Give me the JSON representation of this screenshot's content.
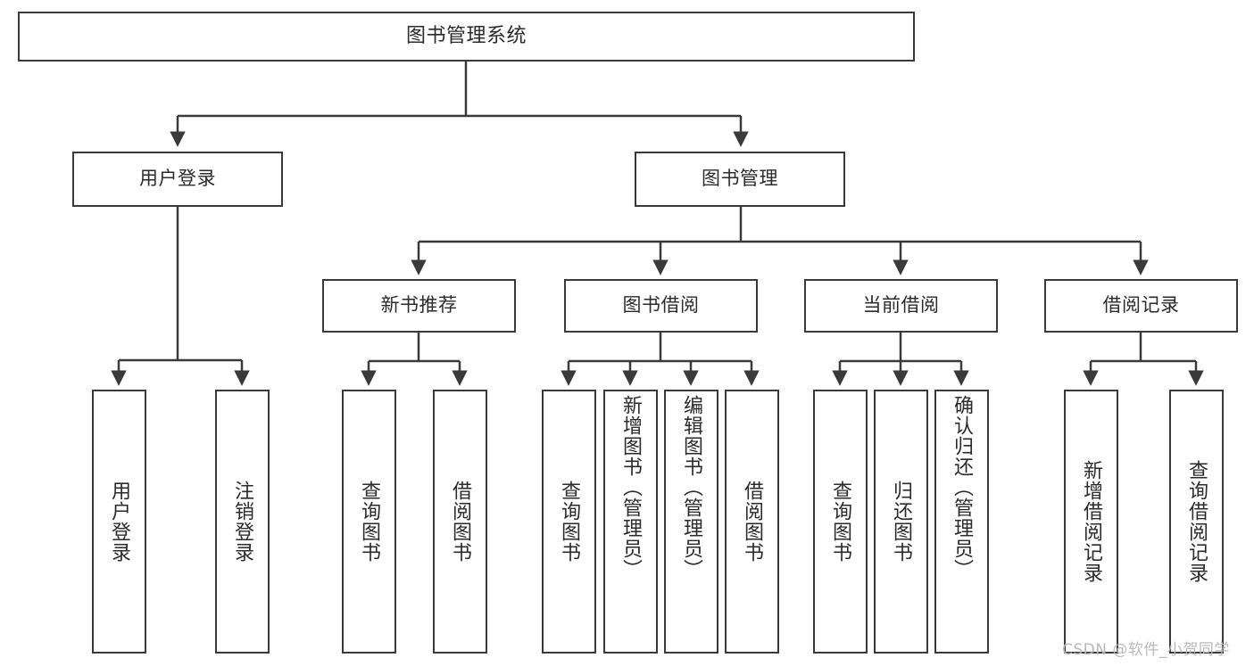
{
  "diagram": {
    "type": "hierarchy-tree",
    "title": "图书管理系统",
    "root": {
      "label": "图书管理系统"
    },
    "level2": [
      {
        "label": "用户登录"
      },
      {
        "label": "图书管理"
      }
    ],
    "level3": [
      {
        "label": "新书推荐"
      },
      {
        "label": "图书借阅"
      },
      {
        "label": "当前借阅"
      },
      {
        "label": "借阅记录"
      }
    ],
    "leaves": {
      "user_login": [
        {
          "label": "用户登录"
        },
        {
          "label": "注销登录"
        }
      ],
      "new_book_recommend": [
        {
          "label": "查询图书"
        },
        {
          "label": "借阅图书"
        }
      ],
      "book_borrow": [
        {
          "label": "查询图书"
        },
        {
          "label": "新增图书（管理员）"
        },
        {
          "label": "编辑图书（管理员）"
        },
        {
          "label": "借阅图书"
        }
      ],
      "current_borrow": [
        {
          "label": "查询图书"
        },
        {
          "label": "归还图书"
        },
        {
          "label": "确认归还（管理员）"
        }
      ],
      "borrow_record": [
        {
          "label": "新增借阅记录"
        },
        {
          "label": "查询借阅记录"
        }
      ]
    }
  },
  "watermark": {
    "text": "CSDN @软件_小贺同学"
  },
  "colors": {
    "stroke": "#3a3a3a",
    "background": "#ffffff",
    "text": "#2b2b2b",
    "watermark": "#b9b9b9"
  }
}
